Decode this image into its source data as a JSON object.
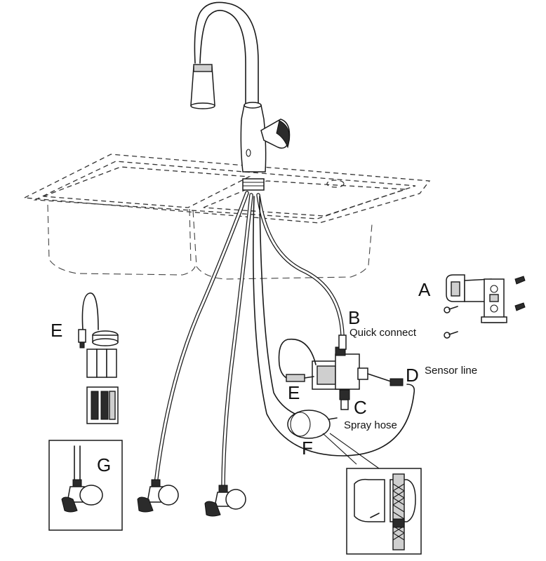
{
  "labels": {
    "a": "A",
    "b": "B",
    "b_text": "Quick connect",
    "c": "C",
    "c_text": "Spray hose",
    "d": "D",
    "d_text": "Sensor line",
    "e_battery": "E",
    "e_cable": "E",
    "f": "F",
    "g": "G"
  },
  "colors": {
    "line": "#1a1a1a",
    "background": "#ffffff"
  }
}
